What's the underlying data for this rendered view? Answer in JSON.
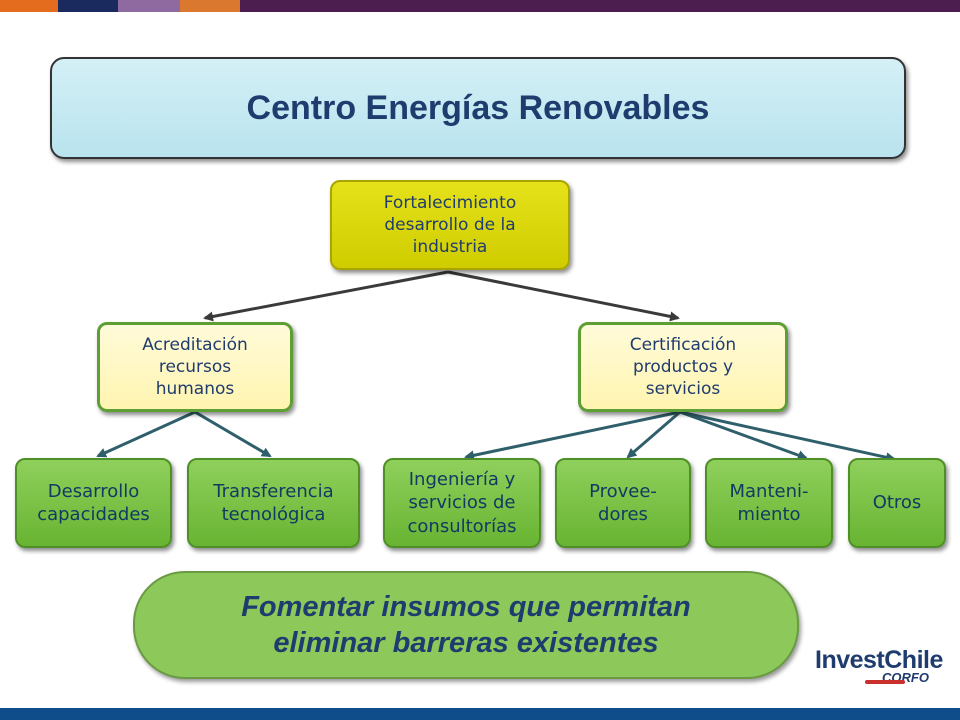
{
  "title": "Centro Energías Renovables",
  "root": "Fortalecimiento\ndesarrollo de la\nindustria",
  "branches": {
    "left": "Acreditación\nrecursos\nhumanos",
    "right": "Certificación\nproductos y\nservicios"
  },
  "leaves": {
    "l1": "Desarrollo\ncapacidades",
    "l2": "Transferencia\ntecnológica",
    "r1": "Ingeniería y\nservicios de\nconsultorías",
    "r2": "Provee-\ndores",
    "r3": "Manteni-\nmiento",
    "r4": "Otros"
  },
  "goal": {
    "line1": "Fomentar insumos que permitan",
    "line2": "eliminar barreras existentes"
  },
  "logo": {
    "main": "InvestChile",
    "sub": "CORFO"
  },
  "colors": {
    "title_text": "#1f3c6e",
    "root_fill": "#d9d600",
    "branch_fill": "#fff6c2",
    "leaf_fill": "#78c040",
    "goal_fill": "#8dc85a",
    "arrow_dark": "#3a3a3a",
    "arrow_teal": "#2f5f6a",
    "top_bar": "#4b1e4f",
    "bottom_bar": "#0f4c8a"
  }
}
